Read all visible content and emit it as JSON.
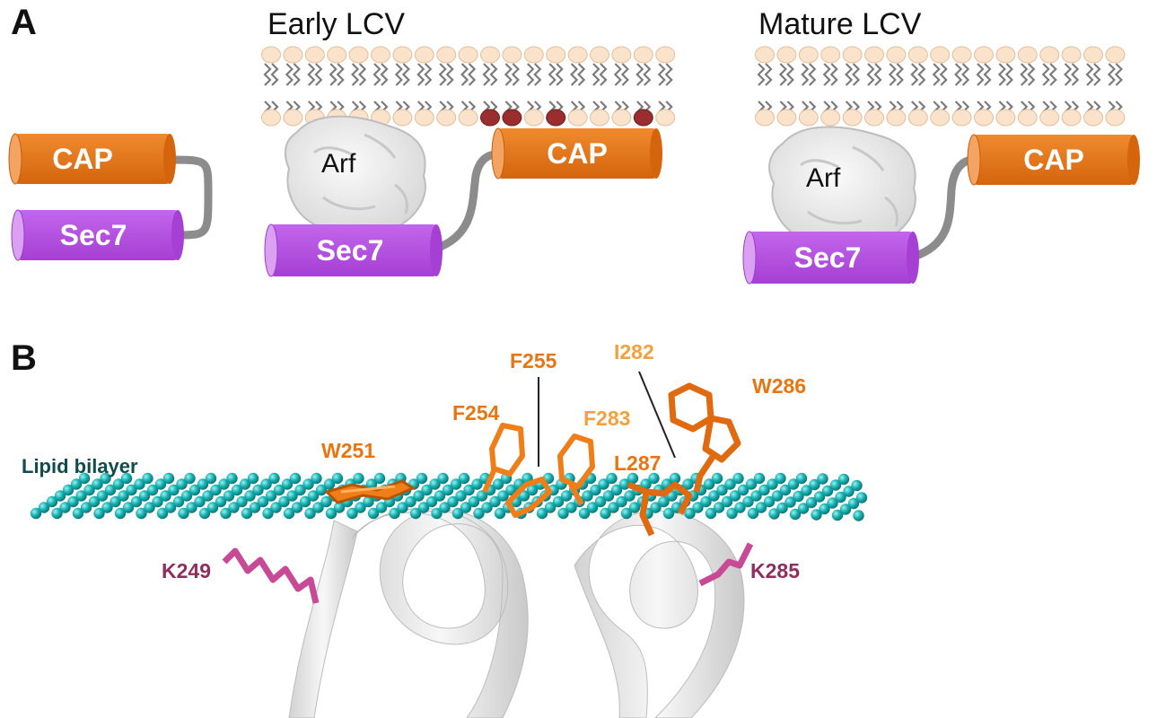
{
  "panelA": {
    "letter": "A",
    "stages": [
      {
        "title": "",
        "cap": "CAP",
        "sec7": "Sec7",
        "arf": ""
      },
      {
        "title": "Early LCV",
        "cap": "CAP",
        "sec7": "Sec7",
        "arf": "Arf"
      },
      {
        "title": "Mature LCV",
        "cap": "CAP",
        "sec7": "Sec7",
        "arf": "Arf"
      }
    ]
  },
  "panelB": {
    "letter": "B",
    "bilayer_label": "Lipid bilayer",
    "residues": {
      "W251": "W251",
      "F254": "F254",
      "F255": "F255",
      "F283": "F283",
      "I282": "I282",
      "W286": "W286",
      "L287": "L287",
      "K249": "K249",
      "K285": "K285"
    }
  },
  "colors": {
    "cap": "#e37517",
    "sec7": "#b54ee0",
    "headgroup": "#fbe3cb",
    "headgroup_pip": "#9a2e2e",
    "tail": "#7b7b7b",
    "linker": "#8c8c8c",
    "sphere": "#1cb8b8",
    "ribbon": "#e9e9e9",
    "residue_orange": "#e87511",
    "residue_magenta": "#c84a97"
  }
}
